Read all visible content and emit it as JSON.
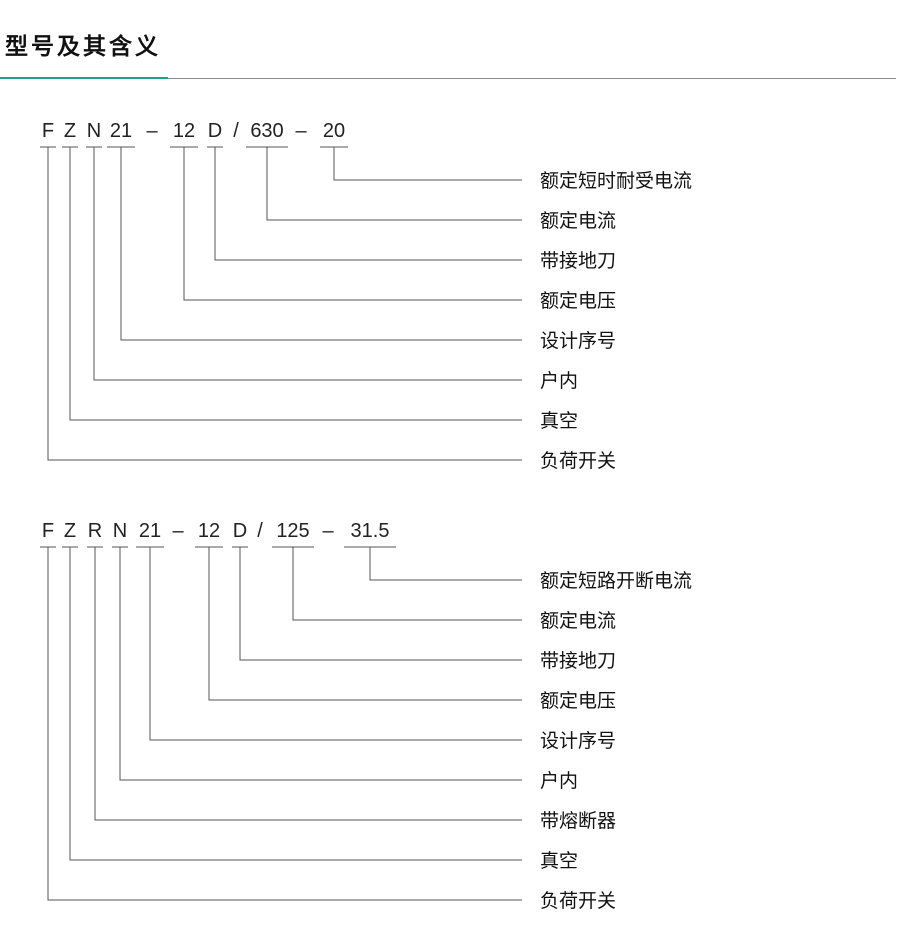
{
  "header": {
    "title": "型号及其含义"
  },
  "diagrams": [
    {
      "segments": [
        {
          "text": "F",
          "ul": true
        },
        {
          "text": "Z",
          "ul": true
        },
        {
          "text": "N",
          "ul": true
        },
        {
          "text": "21",
          "ul": true
        },
        {
          "text": "–",
          "ul": false
        },
        {
          "text": "12",
          "ul": true
        },
        {
          "text": "D",
          "ul": true
        },
        {
          "text": "/",
          "ul": false
        },
        {
          "text": "630",
          "ul": true
        },
        {
          "text": "–",
          "ul": false
        },
        {
          "text": "20",
          "ul": true
        }
      ],
      "labels": [
        {
          "text": "额定短时耐受电流",
          "seg": 10
        },
        {
          "text": "额定电流",
          "seg": 8
        },
        {
          "text": "带接地刀",
          "seg": 6
        },
        {
          "text": "额定电压",
          "seg": 5
        },
        {
          "text": "设计序号",
          "seg": 3
        },
        {
          "text": "户内",
          "seg": 2
        },
        {
          "text": "真空",
          "seg": 1
        },
        {
          "text": "负荷开关",
          "seg": 0
        }
      ]
    },
    {
      "segments": [
        {
          "text": "F",
          "ul": true
        },
        {
          "text": "Z",
          "ul": true
        },
        {
          "text": "R",
          "ul": true
        },
        {
          "text": "N",
          "ul": true
        },
        {
          "text": "21",
          "ul": true
        },
        {
          "text": "–",
          "ul": false
        },
        {
          "text": "12",
          "ul": true
        },
        {
          "text": "D",
          "ul": true
        },
        {
          "text": "/",
          "ul": false
        },
        {
          "text": "125",
          "ul": true
        },
        {
          "text": "–",
          "ul": false
        },
        {
          "text": "31.5",
          "ul": true
        }
      ],
      "labels": [
        {
          "text": "额定短路开断电流",
          "seg": 11
        },
        {
          "text": "额定电流",
          "seg": 9
        },
        {
          "text": "带接地刀",
          "seg": 7
        },
        {
          "text": "额定电压",
          "seg": 6
        },
        {
          "text": "设计序号",
          "seg": 4
        },
        {
          "text": "户内",
          "seg": 3
        },
        {
          "text": "带熔断器",
          "seg": 2
        },
        {
          "text": "真空",
          "seg": 1
        },
        {
          "text": "负荷开关",
          "seg": 0
        }
      ]
    }
  ]
}
